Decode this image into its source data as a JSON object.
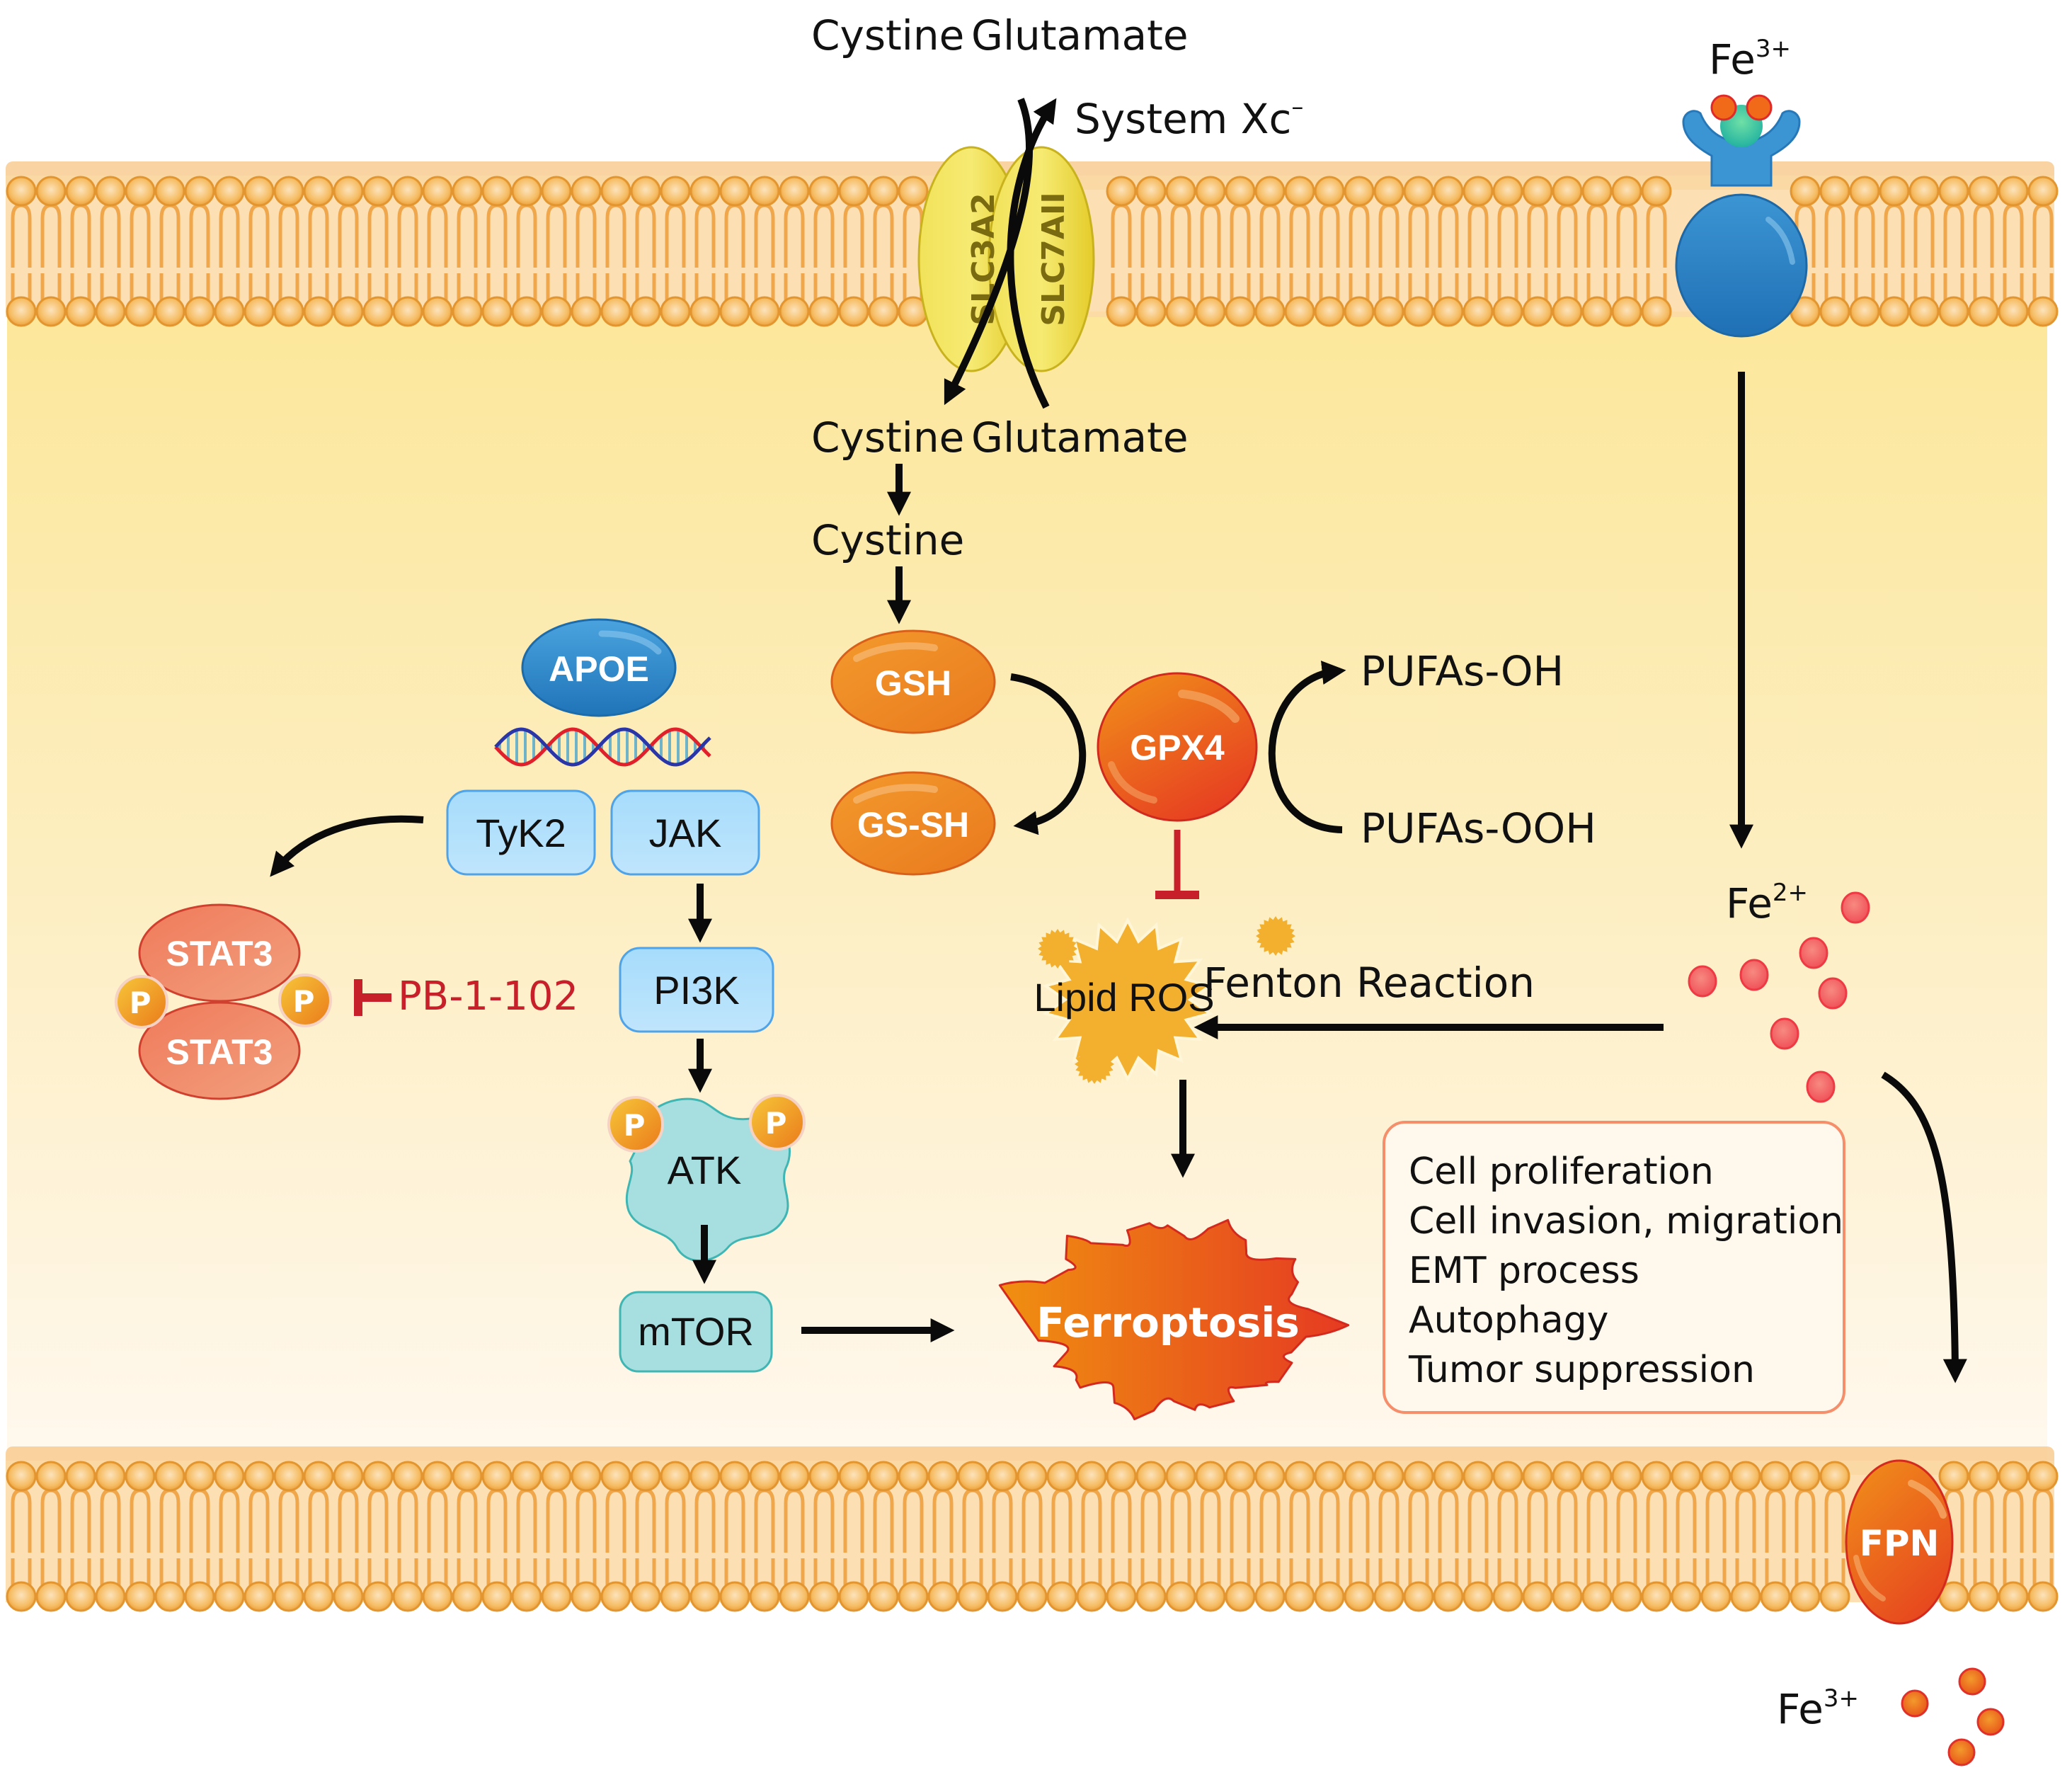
{
  "title": "APOE / System Xc- / GPX4 ferroptosis signaling diagram",
  "colors": {
    "membrane": "#F4B356",
    "membrane_head": "#F7C471",
    "cytoplasm_top": "#FCE89C",
    "cytoplasm_bottom": "#FFF7EA",
    "arrow": "#0a0a0a",
    "inhibit": "#C8202A",
    "kinase_box": "#AEE0FB",
    "kinase_border": "#4FA3E8",
    "teal": "#A7DFE0",
    "orange": "#EE7A1E",
    "red_orange": "#E8401F",
    "yellow_transporter": "#F2DD3A",
    "receptor_blue": "#2F86C9",
    "iron2": "#F25C5C",
    "iron3": "#EE6A10"
  },
  "extracellular": {
    "top_label_cystine": "Cystine",
    "top_label_glutamate": "Glutamate",
    "system_label": "System Xc",
    "system_superscript": "–",
    "fe3_top_base": "Fe",
    "fe3_top_sup": "3+",
    "fe3_bottom_base": "Fe",
    "fe3_bottom_sup": "3+"
  },
  "transporter": {
    "left_subunit": "SLC3A2",
    "right_subunit": "SLC7AII"
  },
  "glutathione_axis": {
    "cystine_glutamate_in_cystine": "Cystine",
    "cystine_glutamate_in_glutamate": "Glutamate",
    "cystine": "Cystine",
    "gsh": "GSH",
    "gssh": "GS-SH",
    "gpx4": "GPX4",
    "pufas_oh": "PUFAs-OH",
    "pufas_ooh": "PUFAs-OOH",
    "lipid_ros": "Lipid ROS"
  },
  "jak_stat_axis": {
    "apoe": "APOE",
    "tyk2": "TyK2",
    "jak": "JAK",
    "pi3k": "PI3K",
    "atk": "ATK",
    "mtor": "mTOR",
    "stat3_upper": "STAT3",
    "stat3_lower": "STAT3",
    "phospho": "P",
    "inhibitor": "PB-1-102"
  },
  "iron_axis": {
    "fe2_base": "Fe",
    "fe2_sup": "2+",
    "fenton": "Fenton Reaction",
    "fpn": "FPN"
  },
  "outcome": {
    "ferroptosis": "Ferroptosis",
    "effects": [
      "Cell proliferation",
      "Cell invasion, migration",
      "EMT process",
      "Autophagy",
      "Tumor suppression"
    ]
  }
}
